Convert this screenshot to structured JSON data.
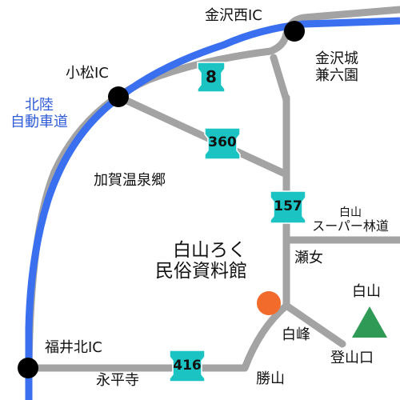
{
  "map": {
    "interchanges": [
      {
        "id": "kanazawa-nishi",
        "label": "金沢西IC"
      },
      {
        "id": "komatsu",
        "label": "小松IC"
      },
      {
        "id": "fukui-kita",
        "label": "福井北IC"
      }
    ],
    "expressway": {
      "label_line1": "北陸",
      "label_line2": "自動車道",
      "color": "#3a6ff0"
    },
    "route_shields": [
      "8",
      "360",
      "157",
      "416"
    ],
    "places": {
      "kanazawa_castle_1": "金沢城",
      "kanazawa_castle_2": "兼六園",
      "kaga_onsenkyo": "加賀温泉郷",
      "hakusan_road_1": "白山",
      "hakusan_road_2": "スーパー林道",
      "senami": "瀬女",
      "hakumine": "白峰",
      "tozanguchi": "登山口",
      "eiheiji": "永平寺",
      "katsuyama": "勝山"
    },
    "museum": {
      "line1": "白山ろく",
      "line2": "民俗資料館",
      "color": "#f26b2a"
    },
    "mountain": {
      "label": "白山",
      "color": "#2e9a55"
    },
    "colors": {
      "road": "#a3a3a3",
      "shield": "#1cc3c3"
    }
  }
}
